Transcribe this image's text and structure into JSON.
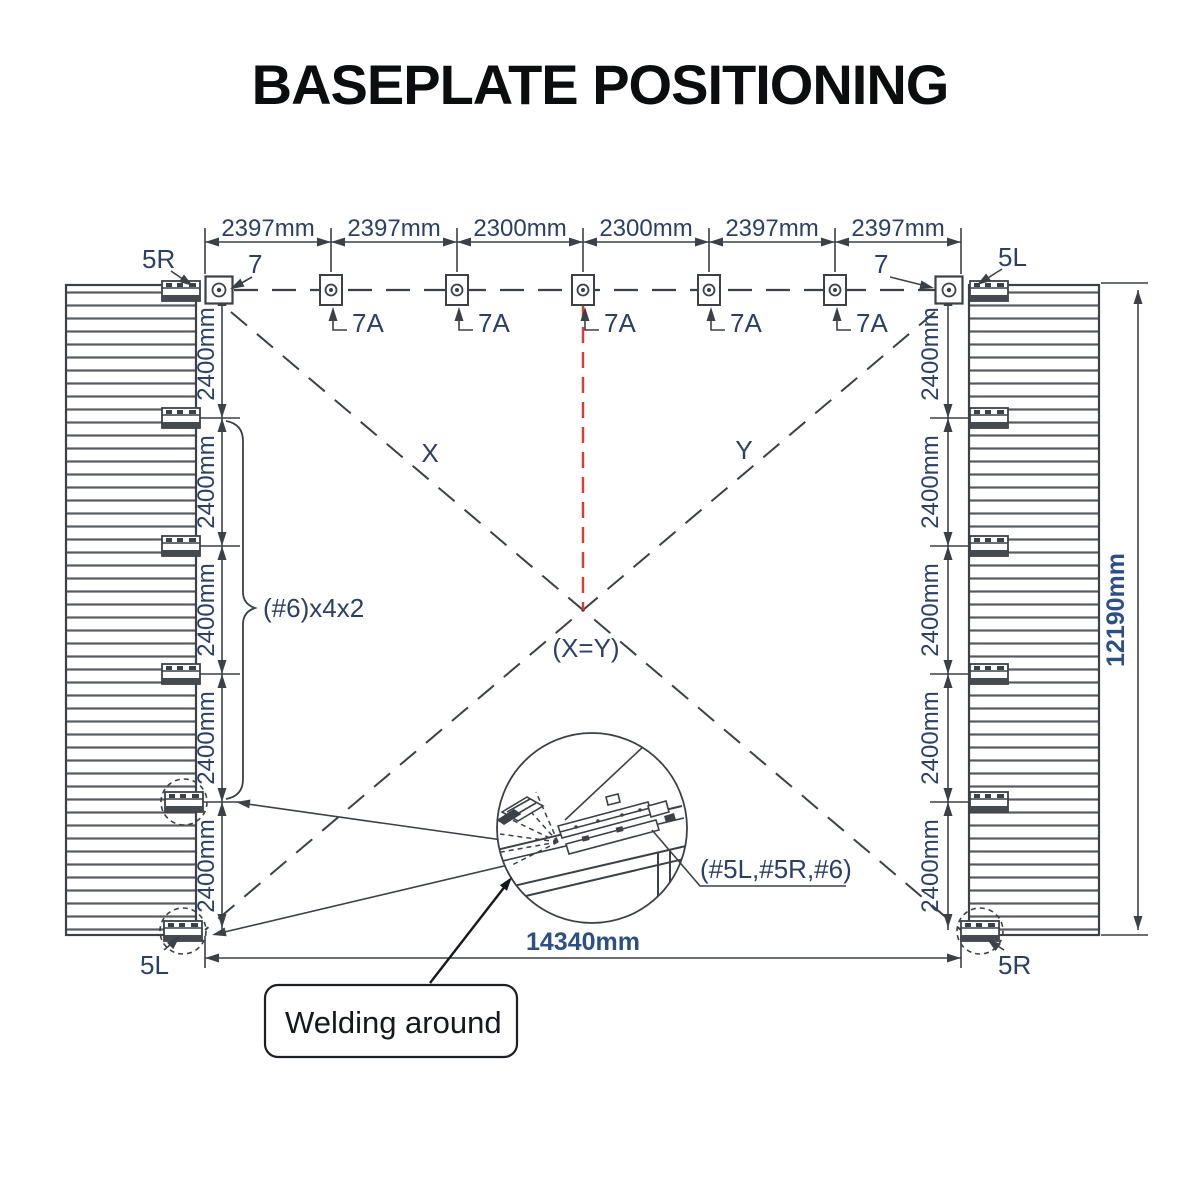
{
  "title": "BASEPLATE POSITIONING",
  "colors": {
    "line": "#3c4147",
    "dim_text": "#2b4065",
    "overall_dim_text": "#2d4f85",
    "centerline_red": "#e5382c"
  },
  "top_dimensions": [
    "2397mm",
    "2397mm",
    "2300mm",
    "2300mm",
    "2397mm",
    "2397mm"
  ],
  "left_dimensions": [
    "2400mm",
    "2400mm",
    "2400mm",
    "2400mm",
    "2400mm"
  ],
  "right_dimensions": [
    "2400mm",
    "2400mm",
    "2400mm",
    "2400mm",
    "2400mm"
  ],
  "overall": {
    "width": "14340mm",
    "height": "12190mm"
  },
  "labels": {
    "top_left_bracket": "5R",
    "top_left_plate": "7",
    "top_right_plate": "7",
    "top_right_bracket": "5L",
    "bottom_left_bracket": "5L",
    "bottom_right_bracket": "5R",
    "anchors": [
      "7A",
      "7A",
      "7A",
      "7A",
      "7A"
    ],
    "diag_x": "X",
    "diag_y": "Y",
    "diag_eq": "(X=Y)",
    "side_group": "(#6)x4x2",
    "detail_parts": "(#5L,#5R,#6)",
    "welding_note": "Welding around"
  }
}
